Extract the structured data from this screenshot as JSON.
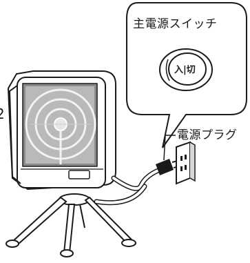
{
  "callout": {
    "title": "主電源スイッチ",
    "switch_text": "入|切"
  },
  "plug_label": "電源プラグ",
  "page_number_fragment": "2"
}
